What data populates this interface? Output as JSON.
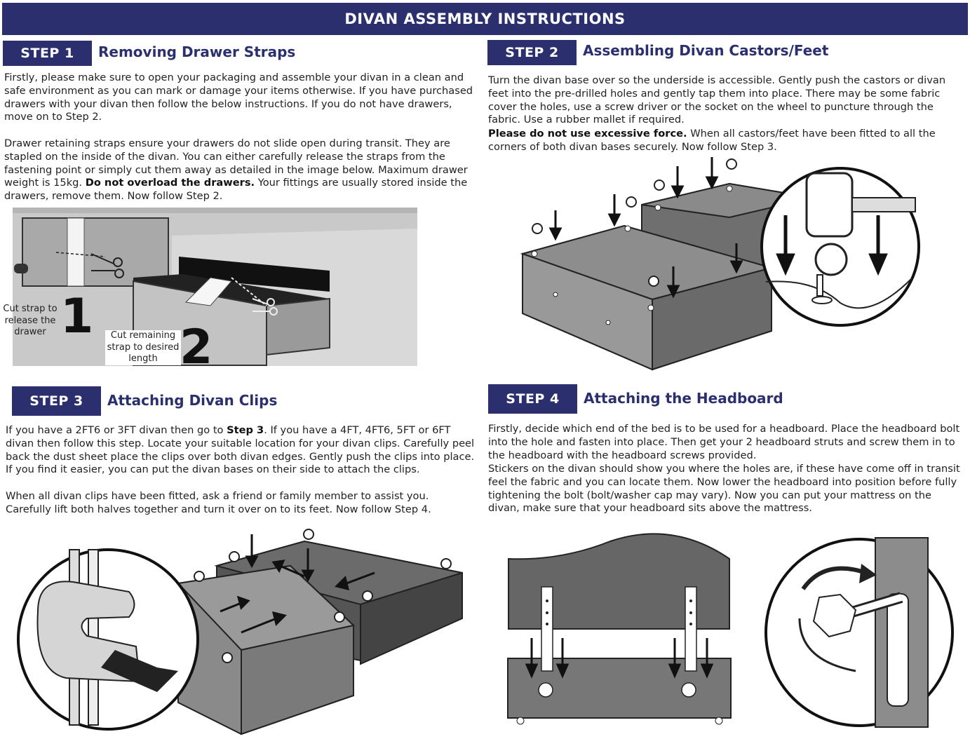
{
  "banner": {
    "title": "DIVAN  ASSEMBLY INSTRUCTIONS"
  },
  "step1": {
    "tag": "STEP 1",
    "title": "Removing Drawer Straps",
    "p1": "Firstly, please make sure to open your packaging and assemble your divan in a clean and safe environment as you can mark or damage your items otherwise. If you have purchased drawers with your divan then follow the below instructions. If you do not have drawers, move on to Step 2.",
    "p2_a": "Drawer retaining straps ensure your drawers do not slide open during transit. They are stapled on the inside of the divan. You can either carefully release the straps from the fastening point or simply cut them away as detailed in the image below. Maximum drawer weight is 15kg. ",
    "p2_bold": "Do not overload the drawers.",
    "p2_b": " Your fittings are usually stored inside the drawers, remove them. Now follow Step 2.",
    "label1": "Cut strap to release the drawer",
    "num1": "1",
    "label2": "Cut remaining strap to desired length",
    "num2": "2"
  },
  "step2": {
    "tag": "STEP 2",
    "title": "Assembling Divan Castors/Feet",
    "p1": "Turn the divan base over so the underside is accessible. Gently push the castors or divan feet into the pre-drilled holes and gently tap them into place. There may be some fabric cover the holes, use a screw driver or the socket on the wheel to puncture through the fabric. Use a rubber mallet if required.",
    "p2_bold": "Please do not use excessive force.",
    "p2_b": " When all castors/feet have been fitted to all the corners of both divan bases securely. Now follow Step 3."
  },
  "step3": {
    "tag": "STEP 3",
    "title": "Attaching Divan Clips",
    "p1_a": "If you have a 2FT6 or 3FT divan then go to ",
    "p1_bold": "Step 3",
    "p1_b": ". If you have a 4FT, 4FT6, 5FT or 6FT divan then follow this step. Locate your suitable location for your divan clips. Carefully peel back the dust sheet place the clips over both divan edges. Gently push the clips into place. If you find it easier, you can put the divan bases on their side to attach the clips.",
    "p2": "When all divan clips have been fitted, ask a friend or family member to assist you. Carefully lift both halves together and turn it over on to its feet. Now follow Step 4."
  },
  "step4": {
    "tag": "STEP 4",
    "title": "Attaching the Headboard",
    "p1": "Firstly, decide which end of the bed is to be used for a headboard. Place the headboard bolt into the hole and fasten into place. Then get your 2 headboard struts and screw them in to the headboard with the headboard screws provided.",
    "p2": "Stickers on the divan should show you where the holes are, if these have come off in transit feel the fabric and you can locate them. Now lower the headboard into position before fully tightening the bolt (bolt/washer cap may vary). Now you can put your mattress on the divan, make sure that your headboard sits above the mattress."
  },
  "colors": {
    "navy": "#2b2f6e",
    "grey_dark": "#6e6e6e",
    "grey_light": "#c8c8c8"
  }
}
